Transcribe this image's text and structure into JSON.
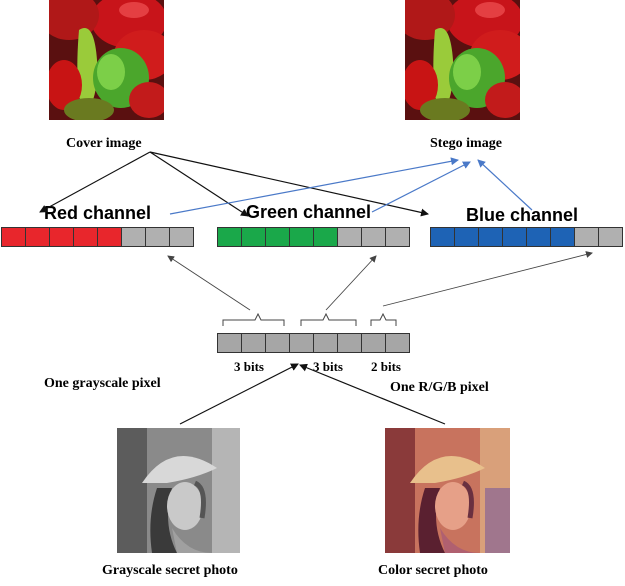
{
  "images": {
    "cover": {
      "label": "Cover image"
    },
    "stego": {
      "label": "Stego image"
    },
    "gray": {
      "label": "Grayscale secret photo"
    },
    "color": {
      "label": "Color secret photo"
    }
  },
  "channels": [
    {
      "key": "red",
      "label": "Red channel",
      "color": "#e8262c",
      "filled": 5,
      "total": 8
    },
    {
      "key": "green",
      "label": "Green channel",
      "color": "#1aa84a",
      "filled": 5,
      "total": 8
    },
    {
      "key": "blue",
      "label": "Blue channel",
      "color": "#1e63b5",
      "filled": 6,
      "total": 8
    }
  ],
  "pixel": {
    "gray_color": "#a6a6a6",
    "total": 8,
    "groups": [
      "3 bits",
      "3 bits",
      "2 bits"
    ],
    "grayscale_label": "One grayscale pixel",
    "rgb_label": "One R/G/B pixel"
  },
  "colors": {
    "arrow_black": "#111111",
    "arrow_blue": "#4a79c8",
    "arrow_gray": "#444444",
    "empty_cell": "#b0b0b0"
  }
}
